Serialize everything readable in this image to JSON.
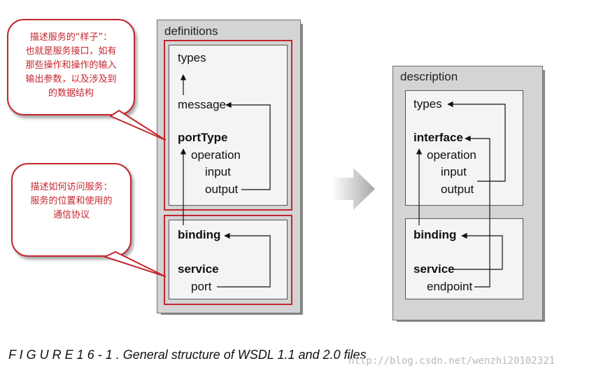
{
  "left_panel": {
    "title": "definitions",
    "types": "types",
    "message": "message",
    "port_type": "portType",
    "operation": "operation",
    "input": "input",
    "output": "output",
    "binding": "binding",
    "service": "service",
    "port": "port"
  },
  "right_panel": {
    "title": "description",
    "types": "types",
    "interface": "interface",
    "operation": "operation",
    "input": "input",
    "output": "output",
    "binding": "binding",
    "service": "service",
    "endpoint": "endpoint"
  },
  "callouts": {
    "top": [
      "描述服务的“样子”：",
      "也就是服务接口，如有",
      "那些操作和操作的输入",
      "输出参数，以及涉及到",
      "的数据结构"
    ],
    "bottom": [
      "描述如何访问服务：",
      "服务的位置和使用的",
      "通信协议"
    ]
  },
  "caption": "F I G U R E   1 6 - 1 . General structure of WSDL 1.1 and 2.0 files",
  "watermark": "http://blog.csdn.net/wenzhi20102321",
  "colors": {
    "accent_red": "#c4262e",
    "panel_gray": "#d4d4d4",
    "inner_fill": "#f4f4f4"
  }
}
